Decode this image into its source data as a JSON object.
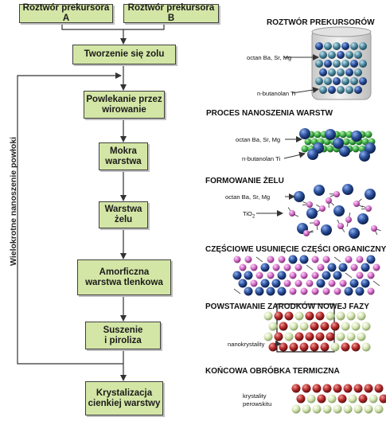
{
  "flow": {
    "precursor_a": "Roztwór prekursora A",
    "precursor_b": "Roztwór prekursora B",
    "sol": "Tworzenie się zolu",
    "spin": "Powlekanie przez\nwirowanie",
    "wet": "Mokra\nwarstwa",
    "gel": "Warstwa\nżelu",
    "amorph": "Amorficzna\nwarstwa tlenkowa",
    "dry": "Suszenie\ni piroliza",
    "cryst": "Krystalizacja\ncienkiej warstwy",
    "loop_label": "Wielokrotne nanoszenie powłoki"
  },
  "panels": {
    "p1": {
      "title": "ROZTWÓR PREKURSORÓW",
      "label1": "octan Ba, Sr, Mg",
      "label2": "n-butanolan Ti"
    },
    "p2": {
      "title": "PROCES NANOSZENIA WARSTW",
      "label1": "octan Ba, Sr, Mg",
      "label2": "n-butanolan Ti"
    },
    "p3": {
      "title": "FORMOWANIE ŻELU",
      "label1": "octan Ba, Sr, Mg",
      "label2_main": "TiO",
      "label2_sub": "2"
    },
    "p4": {
      "title": "CZĘŚCIOWE USUNIĘCIE CZĘŚCI ORGANICZNYCH"
    },
    "p5": {
      "title": "POWSTAWANIE ZARODKÓW NOWEJ FAZY",
      "label1": "nanokrystality"
    },
    "p6": {
      "title": "KOŃCOWA OBRÓBKA TERMICZNA",
      "label1": "krystality",
      "label2": "perowskitu"
    }
  },
  "colors": {
    "box_fill": "#d4e6a6",
    "blue_sphere": "#2a4f9a",
    "green_sphere": "#3fae49",
    "pink_sphere": "#d46fc9",
    "red_sphere": "#b72b2b",
    "pale_green_sphere": "#d6e6b2",
    "teal_sphere": "#4f8aa0"
  }
}
